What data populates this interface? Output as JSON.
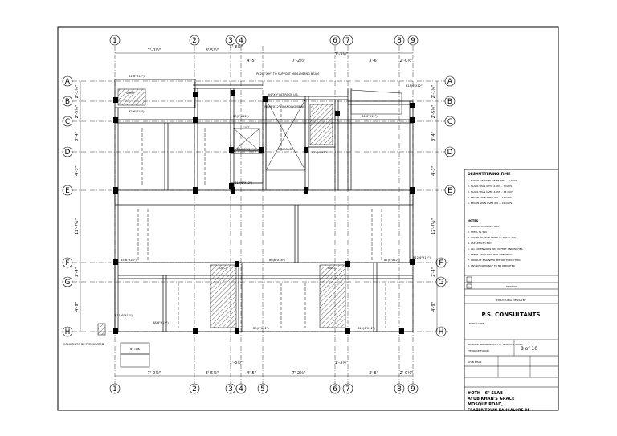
{
  "drawing": {
    "grid_columns": [
      "1",
      "2",
      "3",
      "4",
      "5",
      "6",
      "7",
      "8",
      "9"
    ],
    "grid_rows": [
      "A",
      "B",
      "C",
      "D",
      "E",
      "F",
      "G",
      "H"
    ],
    "top_dimensions": [
      "7'-0½\"",
      "8'-5½\"",
      "1'-3½\"",
      "4'-5\"",
      "7'-2½\"",
      "1'-3½\"",
      "3'-6\"",
      "2'-0½\""
    ],
    "bottom_dimensions": [
      "7'-0½\"",
      "8'-5½\"",
      "1'-3½\"",
      "4'-5\"",
      "7'-2½\"",
      "1'-3½\"",
      "3'-6\"",
      "2'-0½\""
    ],
    "left_dimensions": [
      "2'-1½\"",
      "2'-5½\"",
      "3'-4\"",
      "4'-3\"",
      "12'-7½\"",
      "2'-4\"",
      "4'-9\""
    ],
    "right_dimensions": [
      "2'-1½\"",
      "2'-5½\"",
      "3'-4\"",
      "4'-3\"",
      "12'-7½\"",
      "2'-4\"",
      "4'-9\""
    ],
    "annotations": {
      "support_note": "PC2(4\"X9\") TO SUPPORT MIDLANDING BEAM",
      "beam_level": "B(6\"X9\") AT ROOF LVL",
      "midlanding": "MB(6\"X12\") (LANDING BEAM)",
      "lift": "LIFT",
      "stair": "STAIRCASE",
      "column_note": "COLUMN TO BE TERMINATED",
      "sump": "SUMP",
      "ohtank": "6\" THK",
      "duct": "DUCT",
      "beams": [
        "B1(6\"X12\")",
        "B2(6\"X18\")",
        "B3(6\"X12\")",
        "B4(6\"X12\")",
        "B5(6\"X18\")",
        "B6(6\"X18\")",
        "B7(6\"X12\")",
        "B8(6\"X12\")",
        "B9(6\"X12\")",
        "B10(6\"X12\")",
        "B11(6\"X12\")",
        "B12(6\"X12\")",
        "B13(6\"X12\")",
        "B14(6\"X12\")",
        "B15(6\"X12\")",
        "B16(6\"X12\")"
      ]
    }
  },
  "title_block": {
    "dismantling_heading": "DESHUTTERING TIME",
    "dismantling_rows": [
      "1. FORMS OF SIDES OF BEAMS — 2 DAYS",
      "2. SLABS SPAN UPTO 4.5M — 7 DAYS",
      "3. SLABS SPAN OVER 4.5M — 14 DAYS",
      "4. BEAMS SPAN UPTO 6M — 14 DAYS",
      "5. BEAMS SPAN OVER 6M — 21 DAYS"
    ],
    "notes_heading": "NOTES",
    "notes": [
      "1. CONCRETE GRADE M20",
      "2. STEEL Fe 500",
      "3. COVER TO MAIN REINF AS PER IS 456",
      "4. LAP LENGTH 50D",
      "5. ALL DIMENSIONS ARE IN FEET AND INCHES",
      "6. REFER ARCH DWG FOR OPENINGS",
      "7. CONSULT ENGINEER BEFORE EXECUTION",
      "8. ANY DISCREPANCY TO BE REPORTED"
    ],
    "revision_label": "REVISION",
    "consultant_label": "STRUCTURAL DESIGN BY",
    "firm_name": "P.S. CONSULTANTS",
    "firm_address": "BANGALORE",
    "drawing_title": "GENERAL ARRANGEMENT OF BEAMS & SLABS",
    "floor": "(TERRACE FLOOR)",
    "drawing_no": "8 of 10",
    "client": "AYUB KHAN",
    "project_lines": [
      "#OTH - 6\" SLAB",
      "AYUB KHAN'S GRACE",
      "MOSQUE ROAD,",
      "FRAZER TOWN BANGALORE-05"
    ]
  }
}
